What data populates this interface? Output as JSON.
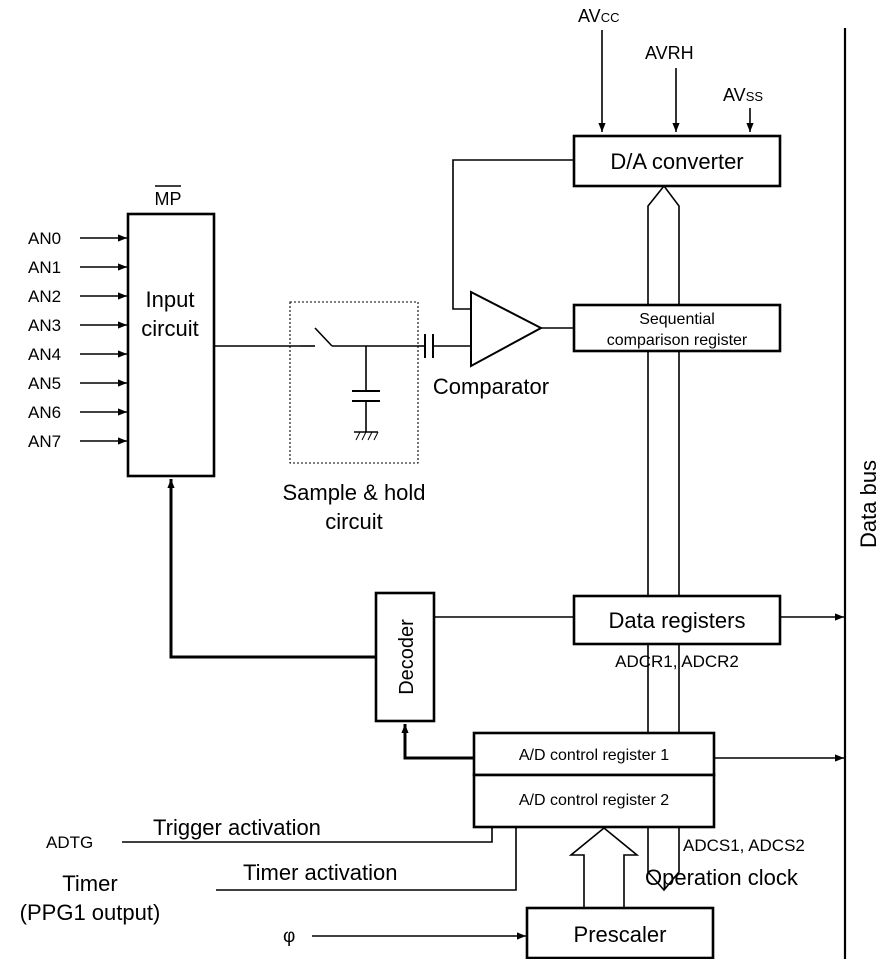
{
  "power": {
    "avcc_main": "AV",
    "avcc_sub": "CC",
    "avrh": "AVRH",
    "avss_main": "AV",
    "avss_sub": "SS"
  },
  "mux": {
    "label": "MP"
  },
  "analog_inputs": [
    "AN0",
    "AN1",
    "AN2",
    "AN3",
    "AN4",
    "AN5",
    "AN6",
    "AN7"
  ],
  "input_circuit": {
    "line1": "Input",
    "line2": "circuit"
  },
  "sample_hold": {
    "line1": "Sample & hold",
    "line2": "circuit"
  },
  "comparator": {
    "label": "Comparator"
  },
  "dac": {
    "label": "D/A converter"
  },
  "seq_register": {
    "line1": "Sequential",
    "line2": "comparison register"
  },
  "data_registers": {
    "label": "Data registers",
    "names": "ADCR1, ADCR2"
  },
  "decoder": {
    "label": "Decoder"
  },
  "control": {
    "reg1": "A/D control register 1",
    "reg2": "A/D control register 2",
    "names": "ADCS1, ADCS2"
  },
  "triggers": {
    "adtg": "ADTG",
    "trigger_activation": "Trigger activation",
    "timer_activation": "Timer activation",
    "timer_line1": "Timer",
    "timer_line2": "(PPG1 output)"
  },
  "clock": {
    "phi": "φ",
    "operation_clock": "Operation clock",
    "prescaler": "Prescaler"
  },
  "bus": {
    "label": "Data bus"
  }
}
